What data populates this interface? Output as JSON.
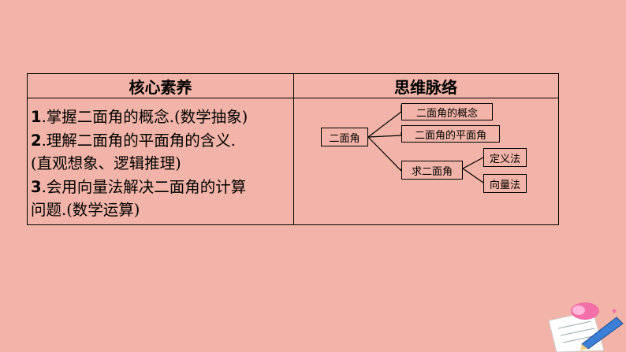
{
  "table": {
    "left_header": "核心素养",
    "right_header": "思维脉络",
    "items": [
      {
        "num": "1",
        "text": ".掌握二面角的概念.(数学抽象)"
      },
      {
        "num": "2",
        "text": ".理解二面角的平面角的含义."
      },
      {
        "num": "",
        "text": "(直观想象、逻辑推理)"
      },
      {
        "num": "3",
        "text": ".会用向量法解决二面角的计算"
      },
      {
        "num": "",
        "text": "问题.(数学运算)"
      }
    ]
  },
  "mindmap": {
    "root": "二面角",
    "concept": "二面角的概念",
    "plane_angle": "二面角的平面角",
    "find": "求二面角",
    "definition_method": "定义法",
    "vector_method": "向量法"
  }
}
